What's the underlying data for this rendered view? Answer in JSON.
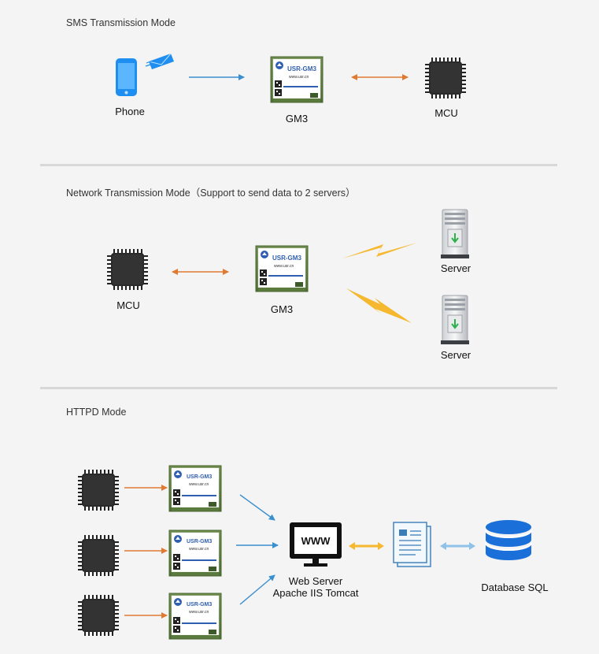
{
  "sections": [
    {
      "title": "SMS Transmission Mode"
    },
    {
      "title": "Network Transmission Mode（Support to send data to 2 servers）"
    },
    {
      "title": "HTTPD Mode"
    }
  ],
  "labels": {
    "phone": "Phone",
    "gm3": "GM3",
    "mcu": "MCU",
    "server": "Server",
    "web_server_line1": "Web Server",
    "web_server_line2": "Apache IIS Tomcat",
    "database": "Database SQL",
    "www": "WWW"
  },
  "module": {
    "name": "USR-GM3",
    "url": "www.usr.cn"
  },
  "colors": {
    "blue_arrow": "#3a8fcf",
    "orange_arrow": "#e07a30",
    "lightning": "#f5b82e",
    "module_blue": "#2f5fb0",
    "database_blue": "#1a6fd8"
  }
}
